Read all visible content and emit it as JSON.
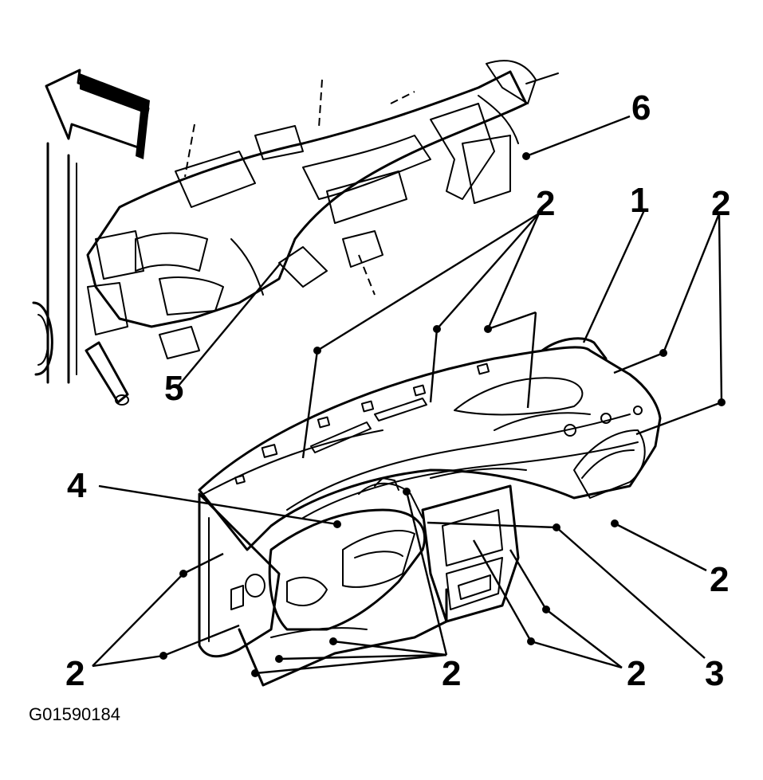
{
  "figure": {
    "figure_id": "G01590184",
    "callouts": {
      "panel": "1",
      "fastener": "2",
      "bolt": "3",
      "bracket": "4",
      "support": "5",
      "clip": "6"
    }
  },
  "colors": {
    "ink": "#000000",
    "paper": "#ffffff"
  }
}
